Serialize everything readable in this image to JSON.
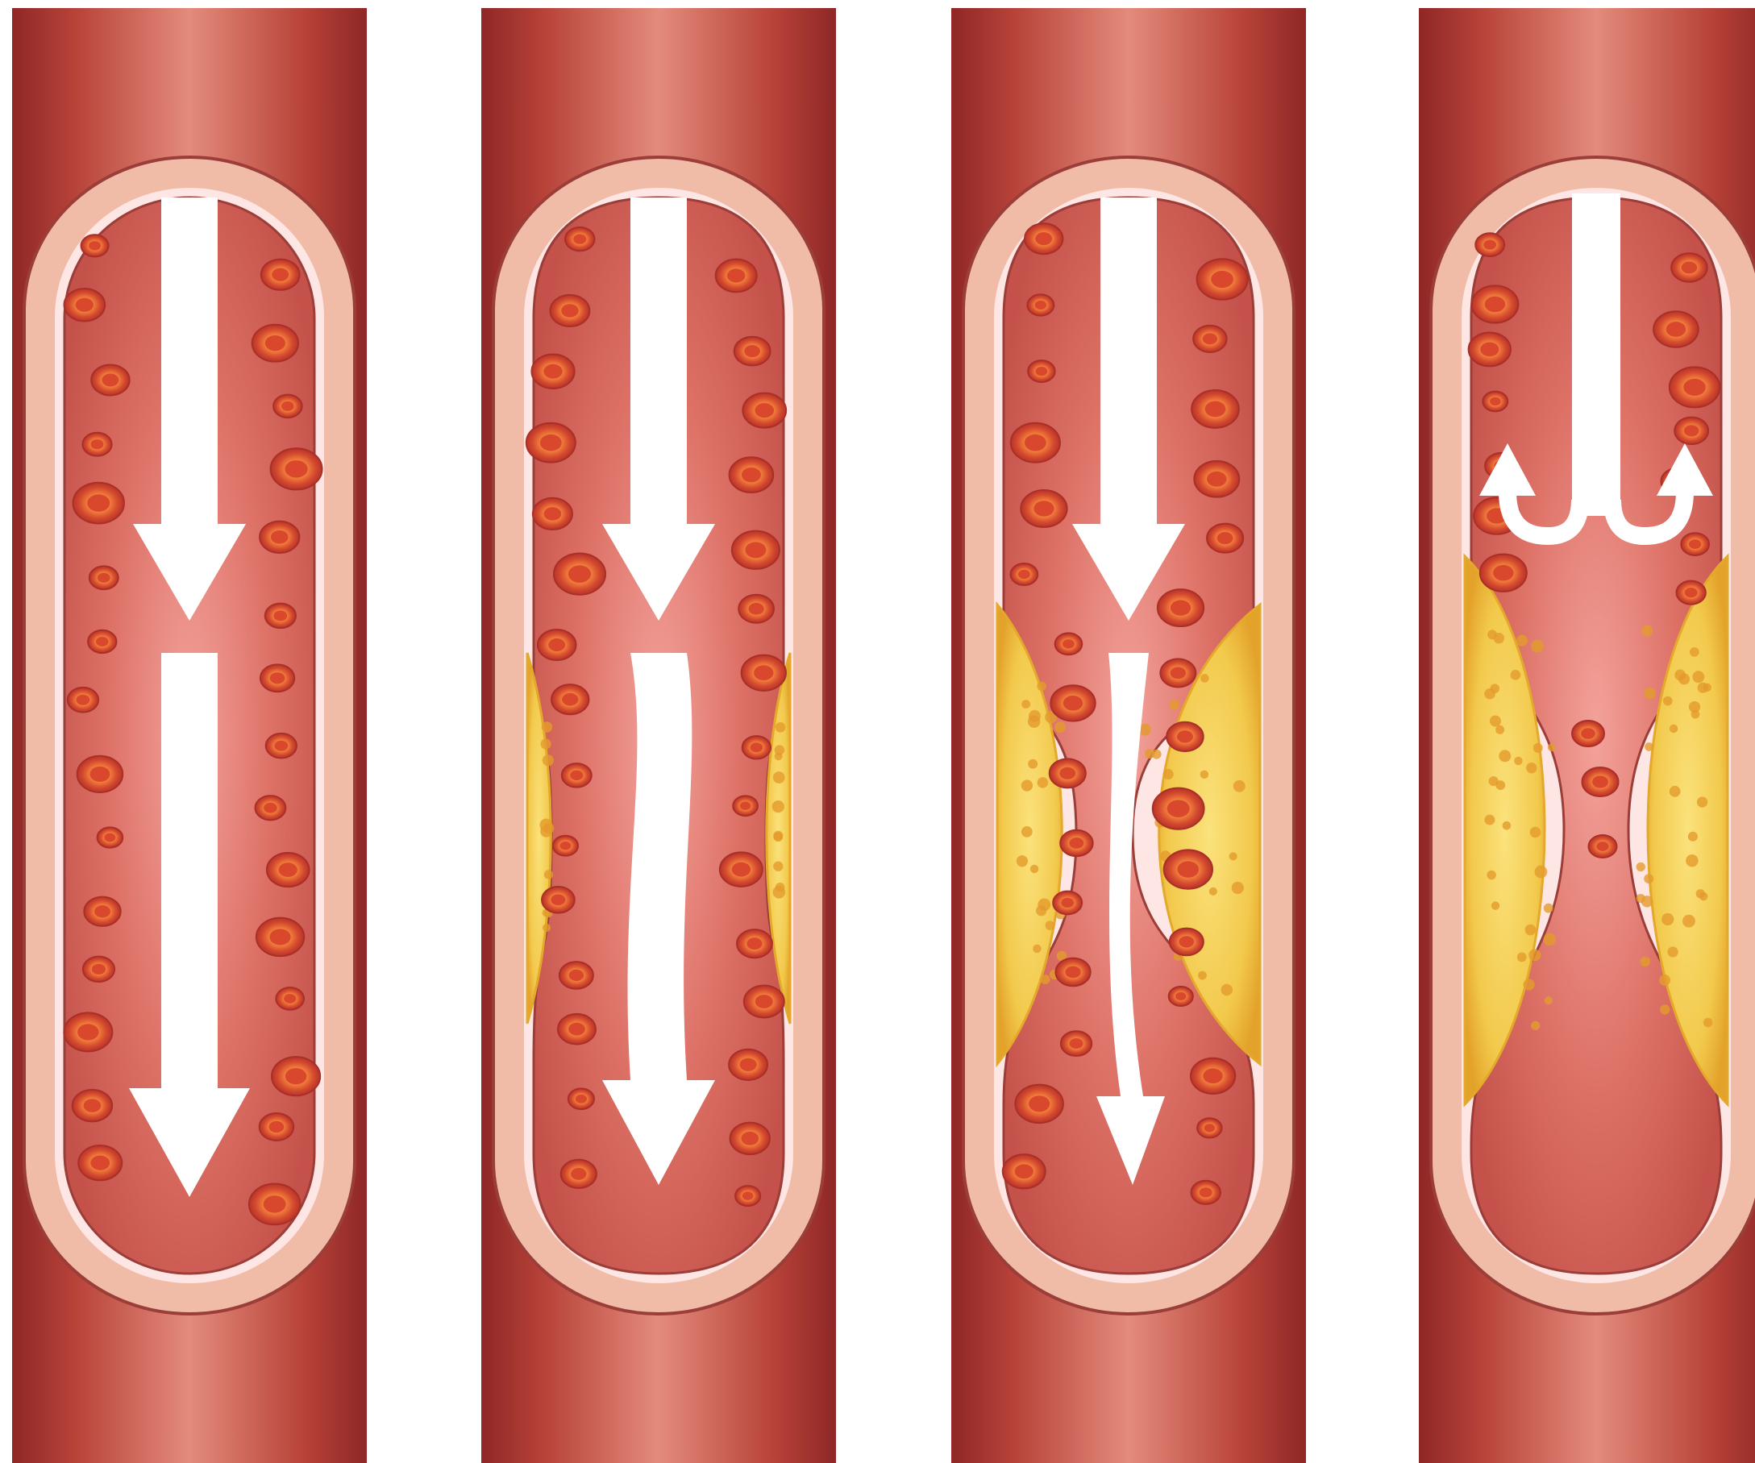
{
  "diagram": {
    "stages": [
      {
        "id": "stage-1",
        "plaque_level": 0,
        "flow": "full"
      },
      {
        "id": "stage-2",
        "plaque_level": 1,
        "flow": "slightly-narrowed"
      },
      {
        "id": "stage-3",
        "plaque_level": 2,
        "flow": "narrowed"
      },
      {
        "id": "stage-4",
        "plaque_level": 3,
        "flow": "blocked"
      }
    ],
    "colors": {
      "vessel_outer": "#b53a35",
      "vessel_highlight": "#e08577",
      "vessel_edge": "#8f2726",
      "wall_layer": "#f0bca8",
      "wall_edge": "#9b3d38",
      "lumen": "#cf6157",
      "intima": "#fde6e4",
      "cell_outer": "#d44a2f",
      "cell_inner": "#ef7a3a",
      "plaque": "#f2c94c",
      "plaque_edge": "#e4a92a",
      "plaque_dot": "#e49b2c",
      "arrow": "#ffffff",
      "background": "#ffffff"
    },
    "icons": [
      "downward-flow-arrow",
      "red-blood-cell",
      "cholesterol-plaque",
      "u-turn-arrow"
    ]
  }
}
